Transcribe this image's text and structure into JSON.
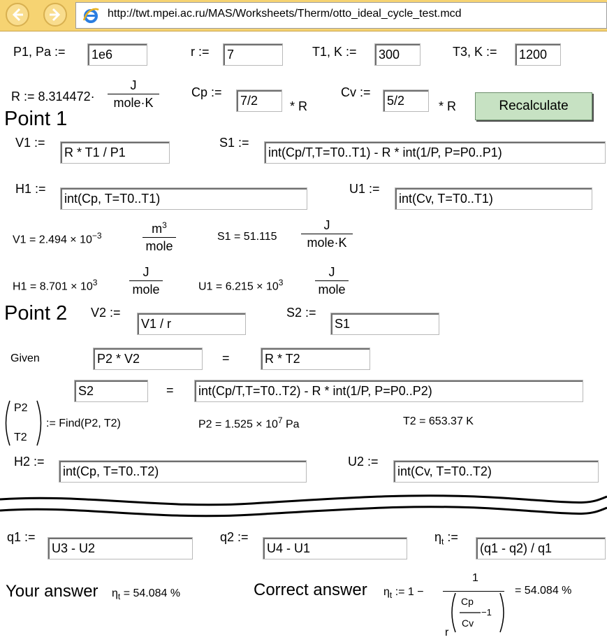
{
  "browser": {
    "url": "http://twt.mpei.ac.ru/MAS/Worksheets/Therm/otto_ideal_cycle_test.mcd",
    "back_icon": "back-arrow-icon",
    "forward_icon": "forward-arrow-icon",
    "page_icon": "ie-logo-icon"
  },
  "params": {
    "p1_label": "P1, Pa :=",
    "p1_value": "1e6",
    "r_label": "r :=",
    "r_value": "7",
    "t1_label": "T1, K :=",
    "t1_value": "300",
    "t3_label": "T3, K :=",
    "t3_value": "1200",
    "R_label": "R := 8.314472·",
    "R_num": "J",
    "R_den": "mole·K",
    "cp_label": "Cp :=",
    "cp_value": "7/2",
    "cp_suffix": "* R",
    "cv_label": "Cv :=",
    "cv_value": "5/2",
    "cv_suffix": "* R",
    "recalc": "Recalculate"
  },
  "point1": {
    "heading": "Point 1",
    "v1_label": "V1 :=",
    "v1_value": "R * T1 / P1",
    "s1_label": "S1 :=",
    "s1_value": "int(Cp/T,T=T0..T1) - R * int(1/P, P=P0..P1)",
    "h1_label": "H1 :=",
    "h1_value": "int(Cp, T=T0..T1)",
    "u1_label": "U1 :=",
    "u1_value": "int(Cv, T=T0..T1)",
    "v1_res": "V1 = 2.494 × 10",
    "v1_exp": "−3",
    "v1_num": "m",
    "v1_num_exp": "3",
    "v1_den": "mole",
    "s1_res": "S1 = 51.115",
    "s1_num": "J",
    "s1_den": "mole·K",
    "h1_res": "H1 = 8.701 × 10",
    "h1_exp": "3",
    "h1_num": "J",
    "h1_den": "mole",
    "u1_res": "U1 = 6.215 × 10",
    "u1_exp": "3",
    "u1_num": "J",
    "u1_den": "mole"
  },
  "point2": {
    "heading": "Point 2",
    "v2_label": "V2 :=",
    "v2_value": "V1 / r",
    "s2_label": "S2 :=",
    "s2_value": "S1",
    "given": "Given",
    "eq1_left": "P2 * V2",
    "eq1_sign": "=",
    "eq1_right": "R * T2",
    "eq2_left": "S2",
    "eq2_sign": "=",
    "eq2_right": "int(Cp/T,T=T0..T2) - R * int(1/P, P=P0..P2)",
    "vec_top": "P2",
    "vec_bottom": "T2",
    "find": ":= Find(P2, T2)",
    "p2_res": "P2 = 1.525 × 10",
    "p2_exp": "7",
    "p2_unit": " Pa",
    "t2_res": "T2 = 653.37 K",
    "h2_label": "H2 :=",
    "h2_value": "int(Cp, T=T0..T2)",
    "u2_label": "U2 :=",
    "u2_value": "int(Cv, T=T0..T2)"
  },
  "final": {
    "q1_label": "q1 :=",
    "q1_value": "U3 - U2",
    "q2_label": "q2 :=",
    "q2_value": "U4 - U1",
    "eta_label": "η",
    "eta_sub": "t",
    "eta_assign": " :=",
    "eta_value": "(q1 - q2) / q1",
    "your_answer": "Your answer",
    "your_eta": "η",
    "your_eta_sub": "t",
    "your_eta_val": " = 54.084 %",
    "correct_answer": "Correct answer",
    "corr_eta": "η",
    "corr_eta_sub": "t",
    "corr_eta_assign": " := 1 −",
    "corr_num": "1",
    "corr_cp": "Cp",
    "corr_cv": "Cv",
    "corr_minus": "−1",
    "corr_r": "r",
    "corr_result": "= 54.084 %"
  }
}
